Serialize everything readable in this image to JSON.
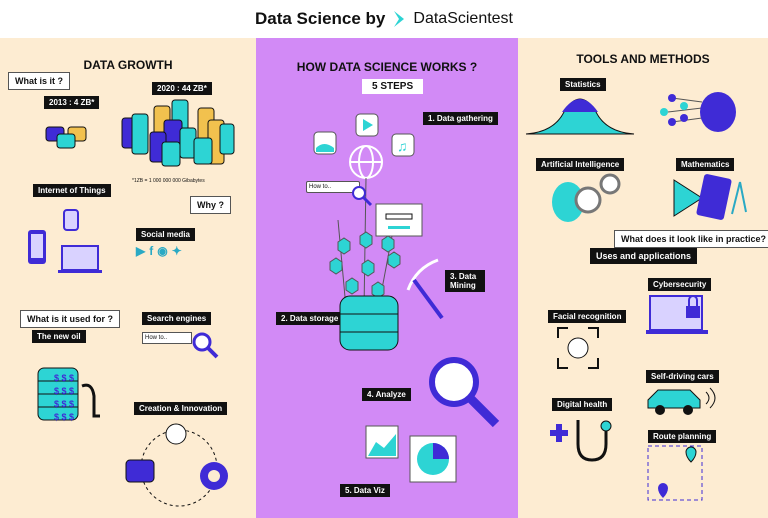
{
  "header": {
    "title": "Data Science by",
    "brand": "DataScientest"
  },
  "colors": {
    "cream": "#fdecd2",
    "purple": "#d28af6",
    "teal": "#2dd4d4",
    "indigo": "#3f2bd6",
    "gold": "#f2c14e"
  },
  "left": {
    "title": "DATA GROWTH",
    "what_is_it": "What is it ?",
    "y2013": "2013 : 4 ZB*",
    "y2020": "2020 : 44 ZB*",
    "footnote": "*1ZB = 1 000 000 000 Gibabytes",
    "iot": "Internet of Things",
    "why": "Why ?",
    "social": "Social media",
    "used_for": "What is it used for ?",
    "new_oil": "The new oil",
    "search": "Search engines",
    "search_placeholder": "How to..",
    "creation": "Creation & Innovation",
    "dollars": "$ $ $"
  },
  "mid": {
    "title": "HOW DATA SCIENCE WORKS ?",
    "steps_label": "5 STEPS",
    "search_placeholder": "How to..",
    "step1": "1. Data gathering",
    "step2": "2. Data storage",
    "step3": "3. Data Mining",
    "step4": "4. Analyze",
    "step5": "5. Data Viz"
  },
  "right": {
    "title": "TOOLS AND METHODS",
    "statistics": "Statistics",
    "ai": "Artificial Intelligence",
    "math": "Mathematics",
    "practice": "What does it look like in practice?",
    "uses": "Uses and applications",
    "cyber": "Cybersecurity",
    "facial": "Facial recognition",
    "cars": "Self-driving cars",
    "health": "Digital health",
    "route": "Route planning"
  }
}
